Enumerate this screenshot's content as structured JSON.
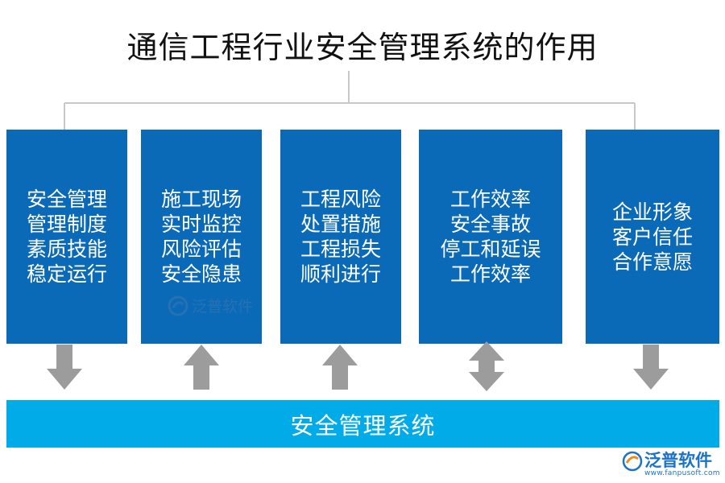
{
  "title": "通信工程行业安全管理系统的作用",
  "boxes": [
    {
      "lines": [
        "安全管理",
        "管理制度",
        "素质技能",
        "稳定运行"
      ],
      "arrow": "down"
    },
    {
      "lines": [
        "施工现场",
        "实时监控",
        "风险评估",
        "安全隐患"
      ],
      "arrow": "up"
    },
    {
      "lines": [
        "工程风险",
        "处置措施",
        "工程损失",
        "顺利进行"
      ],
      "arrow": "up"
    },
    {
      "lines": [
        "工作效率",
        "安全事故",
        "停工和延误",
        "工作效率"
      ],
      "arrow": "both"
    },
    {
      "lines": [
        "企业形象",
        "客户信任",
        "合作意愿"
      ],
      "arrow": "down"
    }
  ],
  "system_bar": "安全管理系统",
  "watermark": {
    "brand": "泛普软件",
    "url": "www.fanpusoft.com"
  },
  "colors": {
    "box": "#0b6ab8",
    "bar": "#00abe8",
    "arrow": "#9c9c9c",
    "connector": "#c8c8c8"
  }
}
